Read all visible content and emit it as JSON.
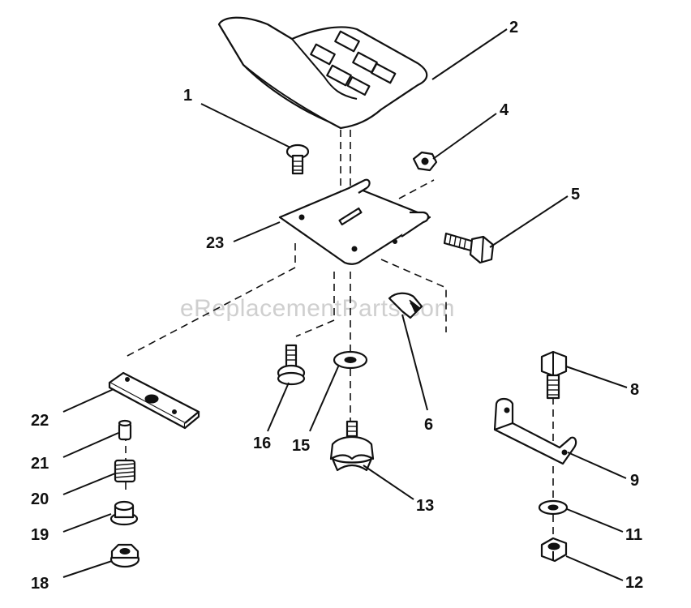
{
  "watermark": "eReplacementParts.com",
  "callouts": {
    "c1": "1",
    "c2": "2",
    "c4": "4",
    "c5": "5",
    "c6": "6",
    "c8": "8",
    "c9": "9",
    "c11": "11",
    "c12": "12",
    "c13": "13",
    "c15": "15",
    "c16": "16",
    "c18": "18",
    "c19": "19",
    "c20": "20",
    "c21": "21",
    "c22": "22",
    "c23": "23"
  }
}
